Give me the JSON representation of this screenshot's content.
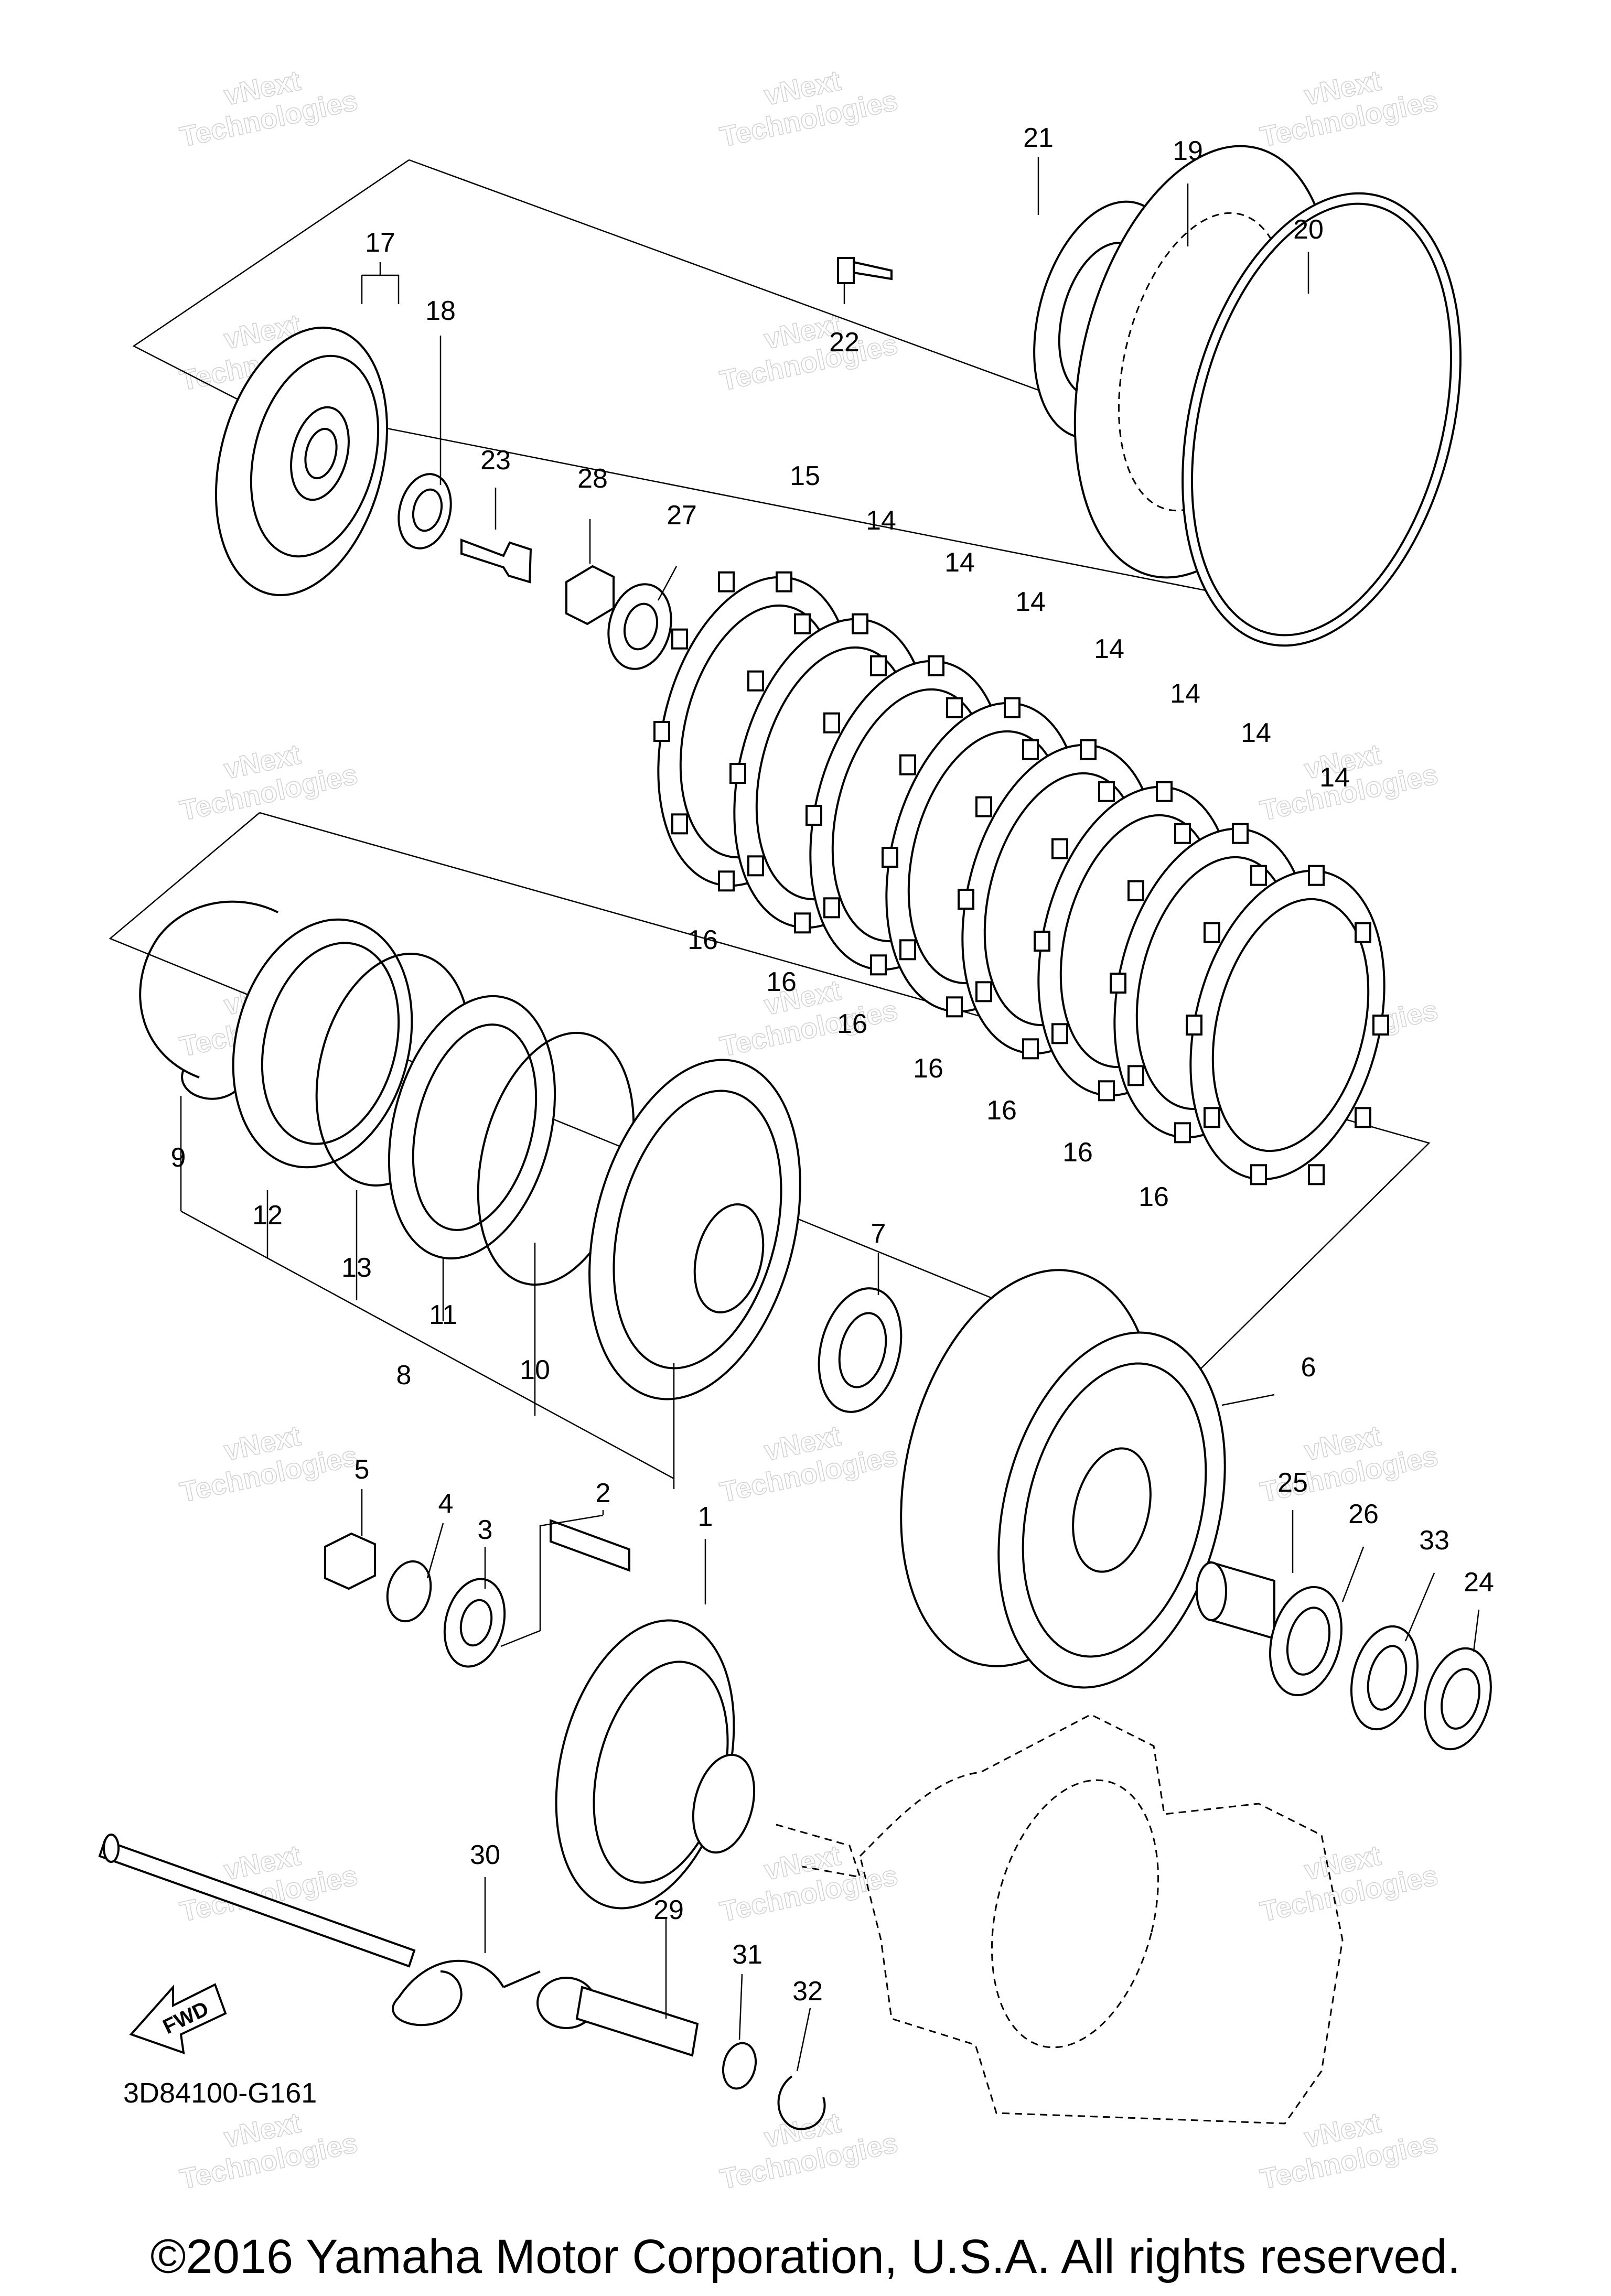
{
  "watermark": {
    "line1": "vNext",
    "line2": "Technologies"
  },
  "callouts": [
    {
      "id": "c1",
      "text": "1"
    },
    {
      "id": "c2",
      "text": "2"
    },
    {
      "id": "c3",
      "text": "3"
    },
    {
      "id": "c4",
      "text": "4"
    },
    {
      "id": "c5",
      "text": "5"
    },
    {
      "id": "c6",
      "text": "6"
    },
    {
      "id": "c7",
      "text": "7"
    },
    {
      "id": "c8",
      "text": "8"
    },
    {
      "id": "c9",
      "text": "9"
    },
    {
      "id": "c10",
      "text": "10"
    },
    {
      "id": "c11",
      "text": "11"
    },
    {
      "id": "c12",
      "text": "12"
    },
    {
      "id": "c13",
      "text": "13"
    },
    {
      "id": "c14a",
      "text": "14"
    },
    {
      "id": "c14b",
      "text": "14"
    },
    {
      "id": "c14c",
      "text": "14"
    },
    {
      "id": "c14d",
      "text": "14"
    },
    {
      "id": "c14e",
      "text": "14"
    },
    {
      "id": "c14f",
      "text": "14"
    },
    {
      "id": "c14g",
      "text": "14"
    },
    {
      "id": "c15",
      "text": "15"
    },
    {
      "id": "c16a",
      "text": "16"
    },
    {
      "id": "c16b",
      "text": "16"
    },
    {
      "id": "c16c",
      "text": "16"
    },
    {
      "id": "c16d",
      "text": "16"
    },
    {
      "id": "c16e",
      "text": "16"
    },
    {
      "id": "c16f",
      "text": "16"
    },
    {
      "id": "c16g",
      "text": "16"
    },
    {
      "id": "c17",
      "text": "17"
    },
    {
      "id": "c18",
      "text": "18"
    },
    {
      "id": "c19",
      "text": "19"
    },
    {
      "id": "c20",
      "text": "20"
    },
    {
      "id": "c21",
      "text": "21"
    },
    {
      "id": "c22",
      "text": "22"
    },
    {
      "id": "c23",
      "text": "23"
    },
    {
      "id": "c24",
      "text": "24"
    },
    {
      "id": "c25",
      "text": "25"
    },
    {
      "id": "c26",
      "text": "26"
    },
    {
      "id": "c27",
      "text": "27"
    },
    {
      "id": "c28",
      "text": "28"
    },
    {
      "id": "c29",
      "text": "29"
    },
    {
      "id": "c30",
      "text": "30"
    },
    {
      "id": "c31",
      "text": "31"
    },
    {
      "id": "c32",
      "text": "32"
    },
    {
      "id": "c33",
      "text": "33"
    }
  ],
  "fwd_label": "FWD",
  "diagram_code": "3D84100-G161",
  "copyright": "©2016 Yamaha Motor Corporation, U.S.A. All rights reserved."
}
